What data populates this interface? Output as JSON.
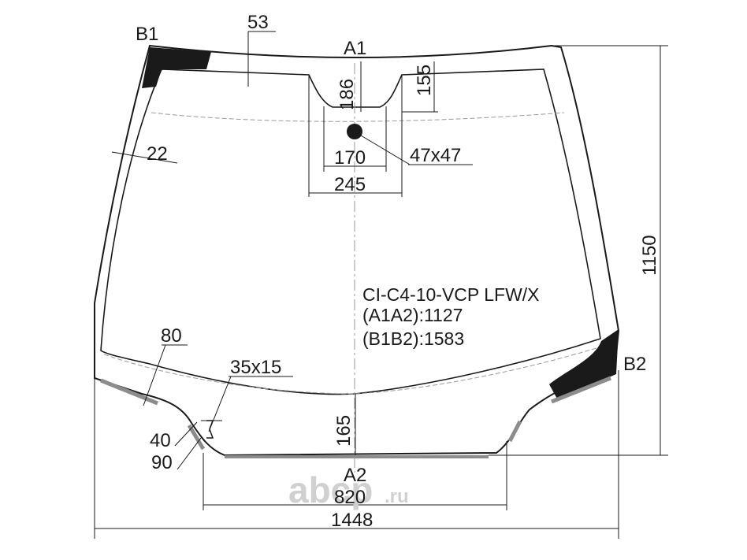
{
  "points": {
    "a1": "A1",
    "a2": "A2",
    "b1": "B1",
    "b2": "B2"
  },
  "dimensions": {
    "top_band": "53",
    "mirror_depth": "186",
    "notch_depth": "155",
    "side_band": "22",
    "mirror_width": "170",
    "notch_width": "245",
    "sensor_pad": "47x47",
    "lower_side": "80",
    "clip": "35x15",
    "bottom_depth": "165",
    "corner_small": "40",
    "corner_large": "90",
    "bottom_width": "820",
    "overall_width": "1448",
    "overall_height": "1150"
  },
  "spec": {
    "code": "CI-C4-10-VCP LFW/X",
    "a1a2": "(A1A2):1127",
    "b1b2": "(B1B2):1583"
  },
  "watermark": {
    "brand": "abcp",
    "tld": ".ru"
  },
  "colors": {
    "line": "#1a1a1a",
    "band": "#1a1a1a",
    "grey_strip": "#8c8c8c",
    "dashed": "#9a9a9a",
    "watermark": "#d0d0d0"
  }
}
